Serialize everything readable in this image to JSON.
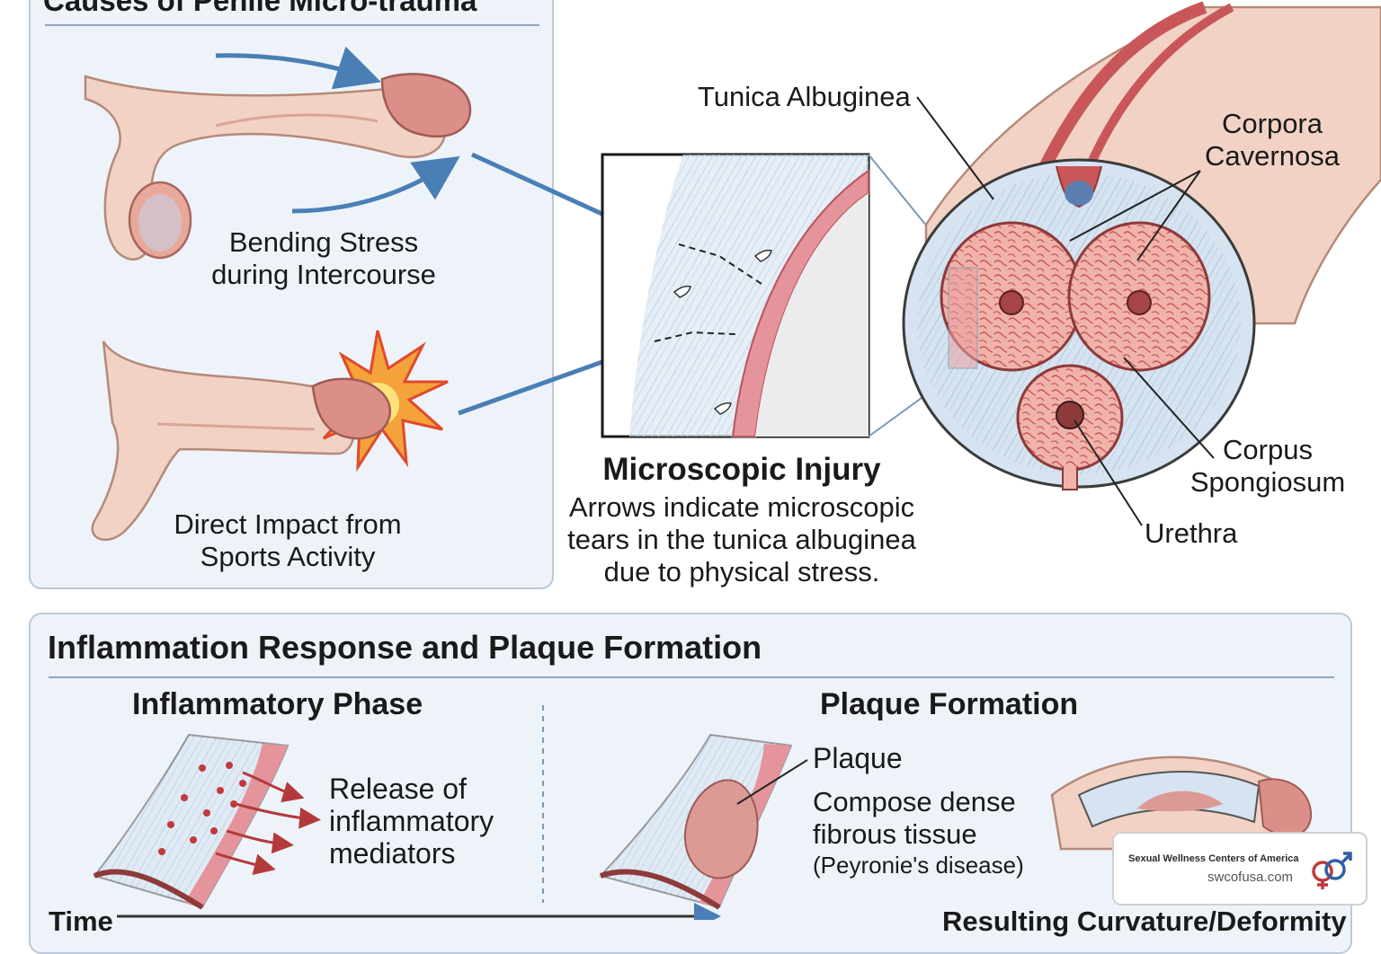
{
  "top_panel": {
    "title": "Causes of Penile Micro-trauma",
    "cause_1": {
      "line1": "Bending Stress",
      "line2": "during Intercourse"
    },
    "cause_2": {
      "line1": "Direct Impact from",
      "line2": "Sports Activity"
    }
  },
  "injury": {
    "title": "Microscopic Injury",
    "line1": "Arrows indicate microscopic",
    "line2": "tears in the tunica albuginea",
    "line3": "due to physical stress."
  },
  "anatomy": {
    "tunica": "Tunica Albuginea",
    "cavernosa_1": "Corpora",
    "cavernosa_2": "Cavernosa",
    "spongiosum_1": "Corpus",
    "spongiosum_2": "Spongiosum",
    "urethra": "Urethra"
  },
  "bottom_panel": {
    "title": "Inflammation Response and Plaque Formation",
    "phase_1": {
      "title": "Inflammatory Phase",
      "line1": "Release of",
      "line2": "inflammatory",
      "line3": "mediators"
    },
    "phase_2": {
      "title": "Plaque Formation",
      "plaque_label": "Plaque",
      "line1": "Compose dense",
      "line2": "fibrous tissue",
      "line3": "(Peyronie's disease)"
    },
    "timeline_label": "Time",
    "result_label": "Resulting Curvature/Deformity"
  },
  "logo": {
    "name": "Sexual Wellness Centers of America",
    "url": "swcofusa.com",
    "icon": "gender-symbols-icon"
  },
  "colors": {
    "panel_bg": "#eef3f9",
    "panel_border": "#b9c9da",
    "arrow_blue": "#4a7fb5",
    "skin": "#f2d2c4",
    "tissue_red": "#d9747a",
    "tunica_blue": "#c9d9ea"
  }
}
